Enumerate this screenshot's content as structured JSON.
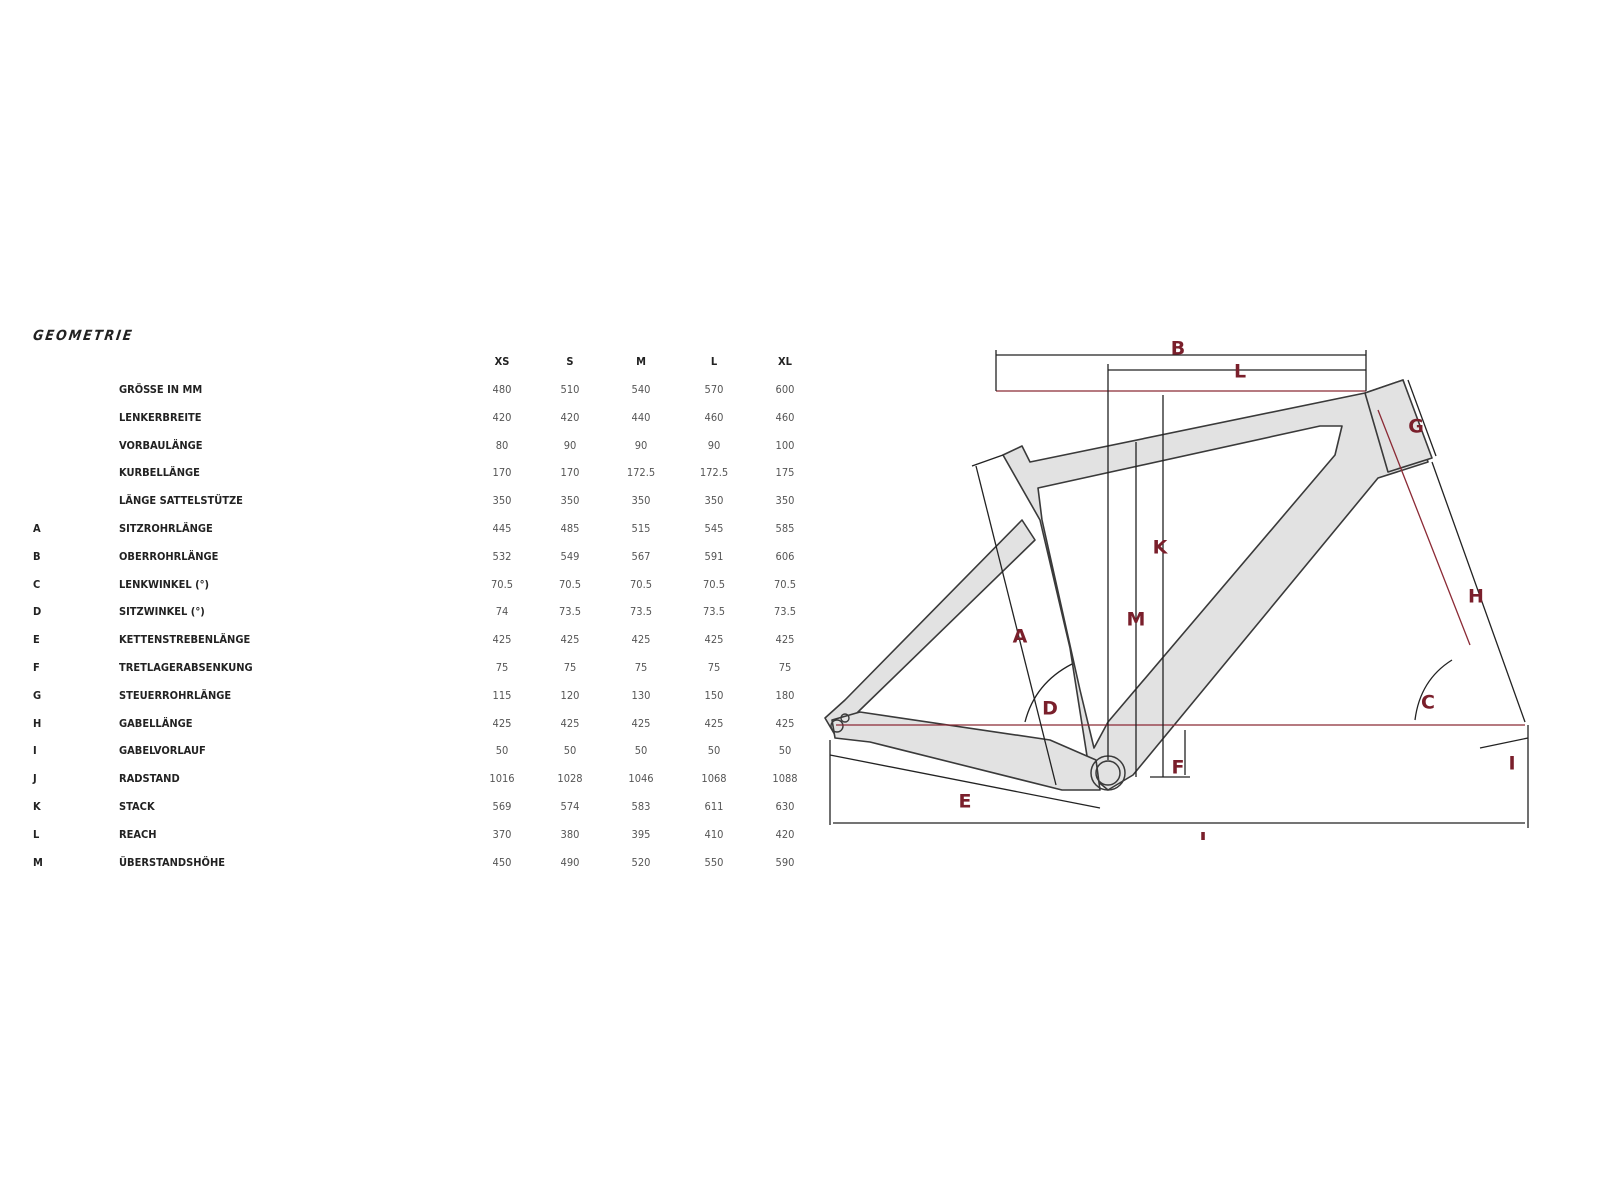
{
  "title": "GEOMETRIE",
  "sizes": [
    "XS",
    "S",
    "M",
    "L",
    "XL"
  ],
  "rows": [
    {
      "code": "",
      "label": "GRÖSSE IN MM",
      "values": [
        "480",
        "510",
        "540",
        "570",
        "600"
      ]
    },
    {
      "code": "",
      "label": "LENKERBREITE",
      "values": [
        "420",
        "420",
        "440",
        "460",
        "460"
      ]
    },
    {
      "code": "",
      "label": "VORBAULÄNGE",
      "values": [
        "80",
        "90",
        "90",
        "90",
        "100"
      ]
    },
    {
      "code": "",
      "label": "KURBELLÄNGE",
      "values": [
        "170",
        "170",
        "172.5",
        "172.5",
        "175"
      ]
    },
    {
      "code": "",
      "label": "LÄNGE SATTELSTÜTZE",
      "values": [
        "350",
        "350",
        "350",
        "350",
        "350"
      ]
    },
    {
      "code": "A",
      "label": "SITZROHRLÄNGE",
      "values": [
        "445",
        "485",
        "515",
        "545",
        "585"
      ]
    },
    {
      "code": "B",
      "label": "OBERROHRLÄNGE",
      "values": [
        "532",
        "549",
        "567",
        "591",
        "606"
      ]
    },
    {
      "code": "C",
      "label": "LENKWINKEL (°)",
      "values": [
        "70.5",
        "70.5",
        "70.5",
        "70.5",
        "70.5"
      ]
    },
    {
      "code": "D",
      "label": "SITZWINKEL (°)",
      "values": [
        "74",
        "73.5",
        "73.5",
        "73.5",
        "73.5"
      ]
    },
    {
      "code": "E",
      "label": "KETTENSTREBENLÄNGE",
      "values": [
        "425",
        "425",
        "425",
        "425",
        "425"
      ]
    },
    {
      "code": "F",
      "label": "TRETLAGERABSENKUNG",
      "values": [
        "75",
        "75",
        "75",
        "75",
        "75"
      ]
    },
    {
      "code": "G",
      "label": "STEUERROHRLÄNGE",
      "values": [
        "115",
        "120",
        "130",
        "150",
        "180"
      ]
    },
    {
      "code": "H",
      "label": "GABELLÄNGE",
      "values": [
        "425",
        "425",
        "425",
        "425",
        "425"
      ]
    },
    {
      "code": "I",
      "label": "GABELVORLAUF",
      "values": [
        "50",
        "50",
        "50",
        "50",
        "50"
      ]
    },
    {
      "code": "J",
      "label": "RADSTAND",
      "values": [
        "1016",
        "1028",
        "1046",
        "1068",
        "1088"
      ]
    },
    {
      "code": "K",
      "label": "STACK",
      "values": [
        "569",
        "574",
        "583",
        "611",
        "630"
      ]
    },
    {
      "code": "L",
      "label": "REACH",
      "values": [
        "370",
        "380",
        "395",
        "410",
        "420"
      ]
    },
    {
      "code": "M",
      "label": "ÜBERSTANDSHÖHE",
      "values": [
        "450",
        "490",
        "520",
        "550",
        "590"
      ]
    }
  ],
  "diagram": {
    "labels": {
      "A": "A",
      "B": "B",
      "C": "C",
      "D": "D",
      "E": "E",
      "F": "F",
      "G": "G",
      "H": "H",
      "I": "I",
      "J": "J",
      "K": "K",
      "L": "L",
      "M": "M"
    },
    "colors": {
      "frame_fill": "#e2e2e2",
      "frame_stroke": "#3a3a3a",
      "dimension_lines": "#222222",
      "reference_lines": "#8b2a35",
      "dimension_labels": "#7a1f2b"
    }
  }
}
